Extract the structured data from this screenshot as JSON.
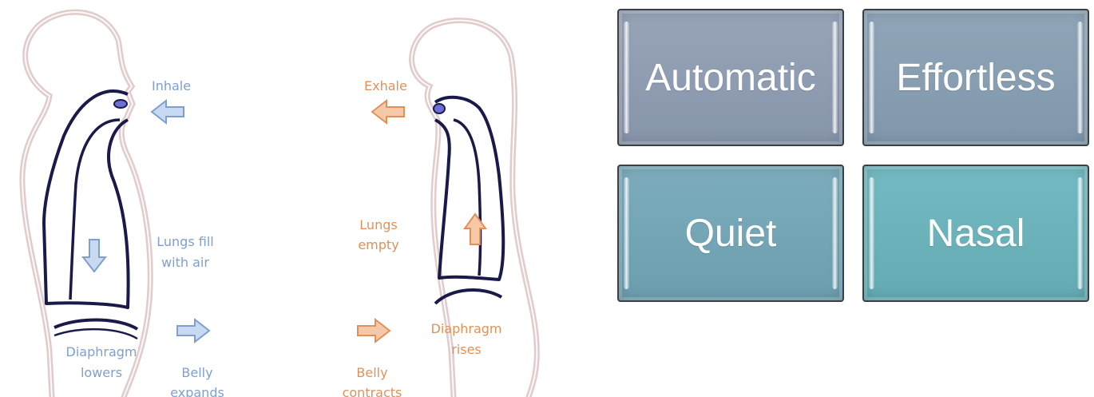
{
  "colors": {
    "inhale_accent": "#7f9fcf",
    "exhale_accent": "#e0915a",
    "body_outline": "#c9a0a0",
    "airway_outline": "#1a1a4a",
    "tile_automatic": "#8e9bb0",
    "tile_effortless": "#879caf",
    "tile_quiet": "#74a6b5",
    "tile_nasal": "#6cb3bb"
  },
  "inhale_panel": {
    "action": "Inhale",
    "lungs_label": [
      "Lungs fill",
      "with air"
    ],
    "diaphragm_label": [
      "Diaphragm",
      "lowers"
    ],
    "belly_label": [
      "Belly",
      "expands"
    ]
  },
  "exhale_panel": {
    "action": "Exhale",
    "lungs_label": [
      "Lungs",
      "empty"
    ],
    "diaphragm_label": [
      "Diaphragm",
      "rises"
    ],
    "belly_label": [
      "Belly",
      "contracts"
    ]
  },
  "tiles": [
    {
      "label": "Automatic"
    },
    {
      "label": "Effortless"
    },
    {
      "label": "Quiet"
    },
    {
      "label": "Nasal"
    }
  ]
}
